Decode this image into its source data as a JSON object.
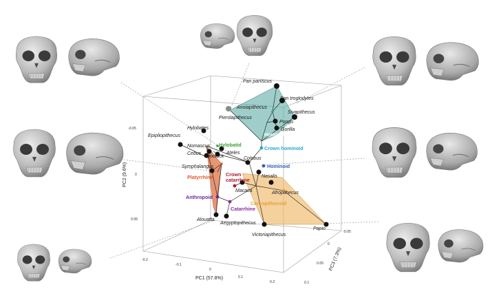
{
  "taxa": {
    "pan_paniscus": "Pan paniscus",
    "pan_troglodytes": "Pan troglodytes",
    "anoiapithecus": "Anoiapithecus",
    "sivapithecus": "Sivapithecus",
    "pierolapithecus": "Pierolapithecus",
    "pongo": "Pongo",
    "gorilla": "Gorilla",
    "hylobates": "Hylobates",
    "epipliopithecus": "Epipliopithecus",
    "nomascus": "Nomascus",
    "cebus": "Cebus",
    "hoolock": "Hoolock",
    "ateles": "Ateles",
    "colobus": "Colobus",
    "symphalangus": "Symphalangus",
    "nasalis": "Nasalis",
    "macaca": "Macaca",
    "afropithecus": "Afropithecus",
    "alouatta": "Alouatta",
    "aegyptopithecus": "Aegyptopithecus",
    "papio": "Papio",
    "victoriapithecus": "Victoriapithecus"
  },
  "clades": {
    "hominid": {
      "label": "Hominid",
      "color": "#2e9e9a"
    },
    "hylobatid": {
      "label": "Hylobatid",
      "color": "#3aa335"
    },
    "crown_hominoid": {
      "label": "Crown hominoid",
      "color": "#29a8cc"
    },
    "hominoid": {
      "label": "Hominoid",
      "color": "#2f5fb8"
    },
    "platyrrhine": {
      "label": "Platyrrhine",
      "color": "#e0592a"
    },
    "crown_catarrhine_1": {
      "label": "Crown",
      "color": "#b2182b"
    },
    "crown_catarrhine_2": {
      "label": "catarrhine",
      "color": "#b2182b"
    },
    "cercopithecoid": {
      "label": "Cercopithecoid",
      "color": "#e6a23a"
    },
    "anthropoid": {
      "label": "Anthropoid",
      "color": "#6a2a9a"
    },
    "catarrhine": {
      "label": "Catarrhine",
      "color": "#8a2aa0"
    }
  },
  "axes": {
    "pc1": {
      "label": "PC1 (57.8%)",
      "ticks": [
        "-0.2",
        "-0.1",
        "0",
        "0.1",
        "0.2"
      ]
    },
    "pc2": {
      "label": "PC2 (9.6%)",
      "ticks": [
        "-0.05",
        "0",
        "0.05"
      ]
    },
    "pc3": {
      "label": "PC3 (7.3%)",
      "ticks": [
        "-0.05",
        "0",
        "0.05",
        "0.1"
      ]
    }
  },
  "colors": {
    "point": "#111111",
    "hominid_fill": "#5fada6",
    "platyrrhine_fill": "#e27a4f",
    "cercopithecoid_fill": "#f0b86a",
    "skull": "#b9b9b9"
  },
  "icons": [
    "skull-frontal-icon",
    "skull-lateral-icon"
  ]
}
